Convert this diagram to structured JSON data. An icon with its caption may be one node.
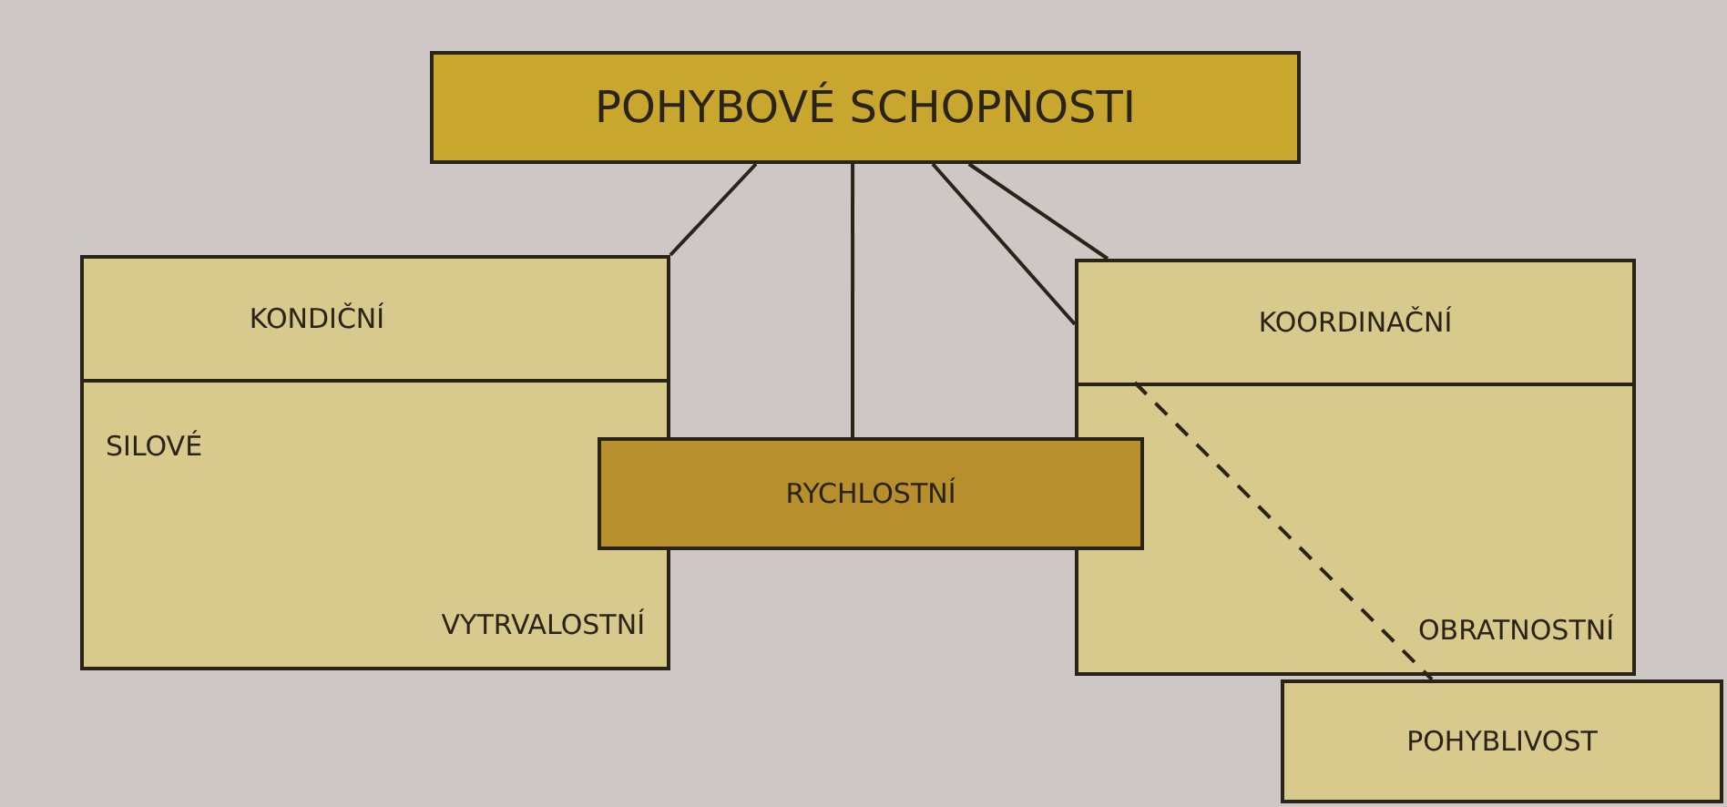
{
  "diagram": {
    "nodes": [
      {
        "text": [
          "POHYBOVÉ SCHOPNOSTI"
        ]
      },
      {
        "text": [
          "KONDIČNÍ"
        ]
      },
      {
        "text": [
          "SILOVÉ",
          "VYTRVALOSTNÍ"
        ]
      },
      {
        "text": [
          "KOORDINAČNÍ"
        ]
      },
      {
        "text": [
          "OBRATNOSTNÍ"
        ]
      },
      {
        "text": [
          "RYCHLOSTNÍ"
        ]
      },
      {
        "text": [
          "POHYBLIVOST"
        ]
      }
    ],
    "edges": [
      {
        "from": 0,
        "to": 1,
        "arrow": "none"
      },
      {
        "from": 0,
        "to": 5,
        "arrow": "none"
      },
      {
        "from": 0,
        "to": 3,
        "arrow": "none"
      },
      {
        "from": 0,
        "to": 3,
        "arrow": "none"
      },
      {
        "from": 4,
        "to": 6,
        "arrow": "none",
        "style": "dashed"
      }
    ]
  }
}
